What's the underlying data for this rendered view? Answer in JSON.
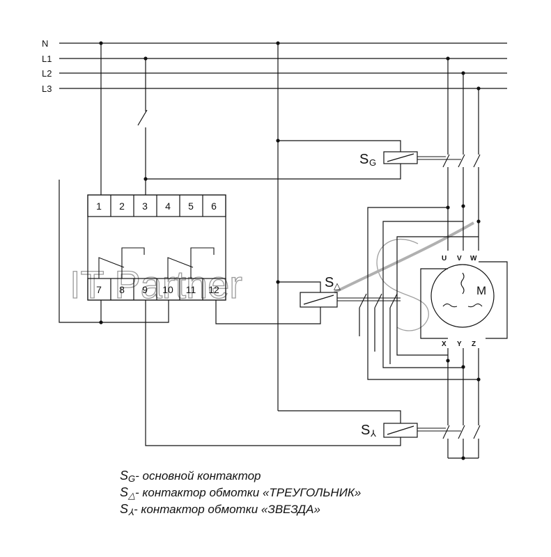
{
  "lines": {
    "n": "N",
    "l1": "L1",
    "l2": "L2",
    "l3": "L3"
  },
  "terminals_top": [
    "1",
    "2",
    "3",
    "4",
    "5",
    "6"
  ],
  "terminals_bottom": [
    "7",
    "8",
    "9",
    "10",
    "11",
    "12"
  ],
  "contactors": {
    "main": {
      "symbol": "S",
      "subscript": "G"
    },
    "delta": {
      "symbol": "S",
      "subscript": "△"
    },
    "star": {
      "symbol": "S",
      "subscript": "⅄"
    }
  },
  "motor": {
    "label": "M",
    "top_terminals": [
      "U",
      "V",
      "W"
    ],
    "bottom_terminals": [
      "X",
      "Y",
      "Z"
    ]
  },
  "watermark": "IT Partner",
  "legend": [
    {
      "symbol": "S",
      "subscript": "G",
      "text": "- основной контактор"
    },
    {
      "symbol": "S",
      "subscript": "△",
      "text": "- контактор обмотки «ТРЕУГОЛЬНИК»"
    },
    {
      "symbol": "S",
      "subscript": "⅄",
      "text": "- контактор обмотки «ЗВЕЗДА»"
    }
  ]
}
